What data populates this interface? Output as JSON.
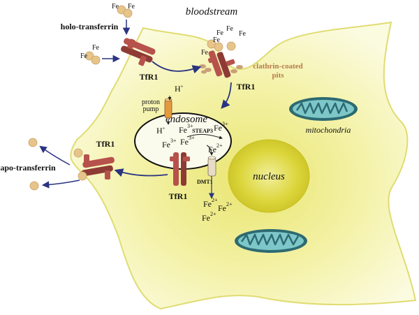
{
  "labels": {
    "bloodstream": "bloodstream",
    "holo_transferrin": "holo-transferrin",
    "apo_transferrin": "apo-transferrin",
    "tfr1": "TfR1",
    "clathrin_coated_pits": [
      "clathrin-coated",
      "pits"
    ],
    "proton_pump": [
      "proton",
      "pump"
    ],
    "endosome": "endosome",
    "steap3": "STEAP3",
    "dmt1": "DMT1",
    "nucleus": "nucleus",
    "mitochondria": "mitochondria",
    "fe": "Fe",
    "h": "H",
    "plus": "+",
    "fe3_charge": "3+",
    "fe2_charge": "2+"
  },
  "colors": {
    "cell_fill": "#f3f1a6",
    "cell_edge": "#e2df78",
    "receptor": "#b6524b",
    "receptor_dark": "#8f3b35",
    "transferrin": "#e6c48a",
    "arrow": "#2a3480",
    "clathrin_text": "#b77b4c",
    "mito_outer": "#2d6a72",
    "mito_inner": "#7ec7c8",
    "nucleus_fill": "#d8d331"
  }
}
